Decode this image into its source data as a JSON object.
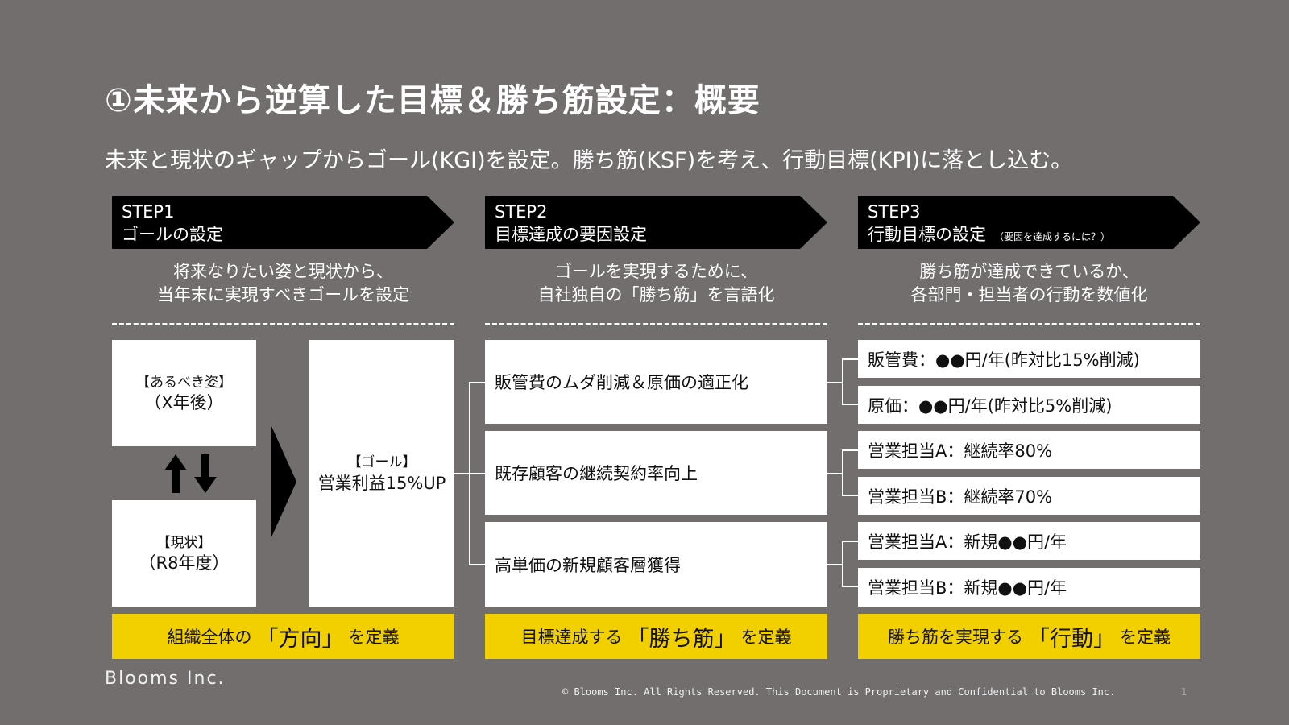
{
  "title": "①未来から逆算した目標＆勝ち筋設定：概要",
  "subtitle": "未来と現状のギャップからゴール(KGI)を設定。勝ち筋(KSF)を考え、行動目標(KPI)に落とし込む。",
  "steps": [
    {
      "label": "STEP1",
      "name": "ゴールの設定",
      "note": "",
      "desc1": "将来なりたい姿と現状から、",
      "desc2": "当年末に実現すべきゴールを設定"
    },
    {
      "label": "STEP2",
      "name": "目標達成の要因設定",
      "note": "",
      "desc1": "ゴールを実現するために、",
      "desc2": "自社独自の「勝ち筋」を言語化"
    },
    {
      "label": "STEP3",
      "name": "行動目標の設定",
      "note": "（要因を達成するには？）",
      "desc1": "勝ち筋が達成できているか、",
      "desc2": "各部門・担当者の行動を数値化"
    }
  ],
  "ideal": {
    "label": "【あるべき姿】",
    "sub": "（X年後）"
  },
  "current": {
    "label": "【現状】",
    "sub": "（R8年度）"
  },
  "goal": {
    "label": "【ゴール】",
    "value": "営業利益15%UP"
  },
  "ksf": [
    "販管費のムダ削減＆原価の適正化",
    "既存顧客の継続契約率向上",
    "高単価の新規顧客層獲得"
  ],
  "kpi": [
    "販管費：●●円/年(昨対比15%削減)",
    "原価：●●円/年(昨対比5%削減)",
    "営業担当A：継続率80%",
    "営業担当B：継続率70%",
    "営業担当A：新規●●円/年",
    "営業担当B：新規●●円/年"
  ],
  "bars": [
    {
      "pre": "組織全体の",
      "big": "「方向」",
      "post": "を定義"
    },
    {
      "pre": "目標達成する",
      "big": "「勝ち筋」",
      "post": "を定義"
    },
    {
      "pre": "勝ち筋を実現する",
      "big": "「行動」",
      "post": "を定義"
    }
  ],
  "footer": {
    "logo": "Blooms Inc.",
    "copyright": "© Blooms Inc. All Rights Reserved. This Document is Proprietary and Confidential to Blooms Inc.",
    "page": "1"
  },
  "colors": {
    "background": "#716e6d",
    "accent": "#f2d000",
    "step_bg": "#000000"
  },
  "icons": [
    "up-arrow-icon",
    "down-arrow-icon",
    "right-chevron-arrow-icon"
  ]
}
